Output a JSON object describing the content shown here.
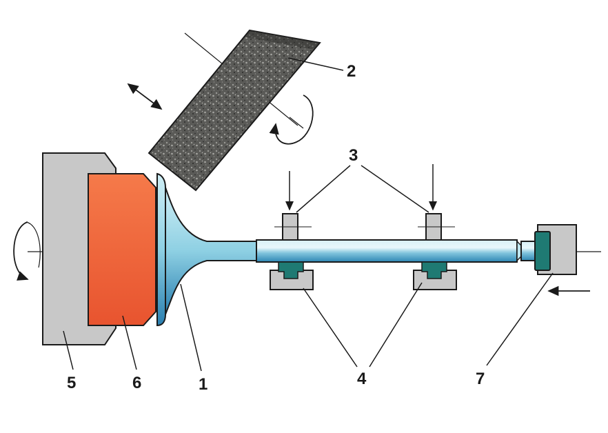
{
  "diagram": {
    "labels": {
      "valve": "1",
      "grinding_wheel": "2",
      "steady_rest": "3",
      "supports": "4",
      "chuck": "5",
      "chuck_jaw": "6",
      "tailstock_center": "7"
    },
    "colors": {
      "housing_grey": "#c8c8c8",
      "jaw_orange": "#f2693a",
      "valve_blue": "#3a9fc5",
      "valve_light": "#bfe7f0",
      "support_teal": "#1f7a73",
      "wheel_dark": "#4a4a48",
      "line": "#1a1a1a"
    }
  }
}
